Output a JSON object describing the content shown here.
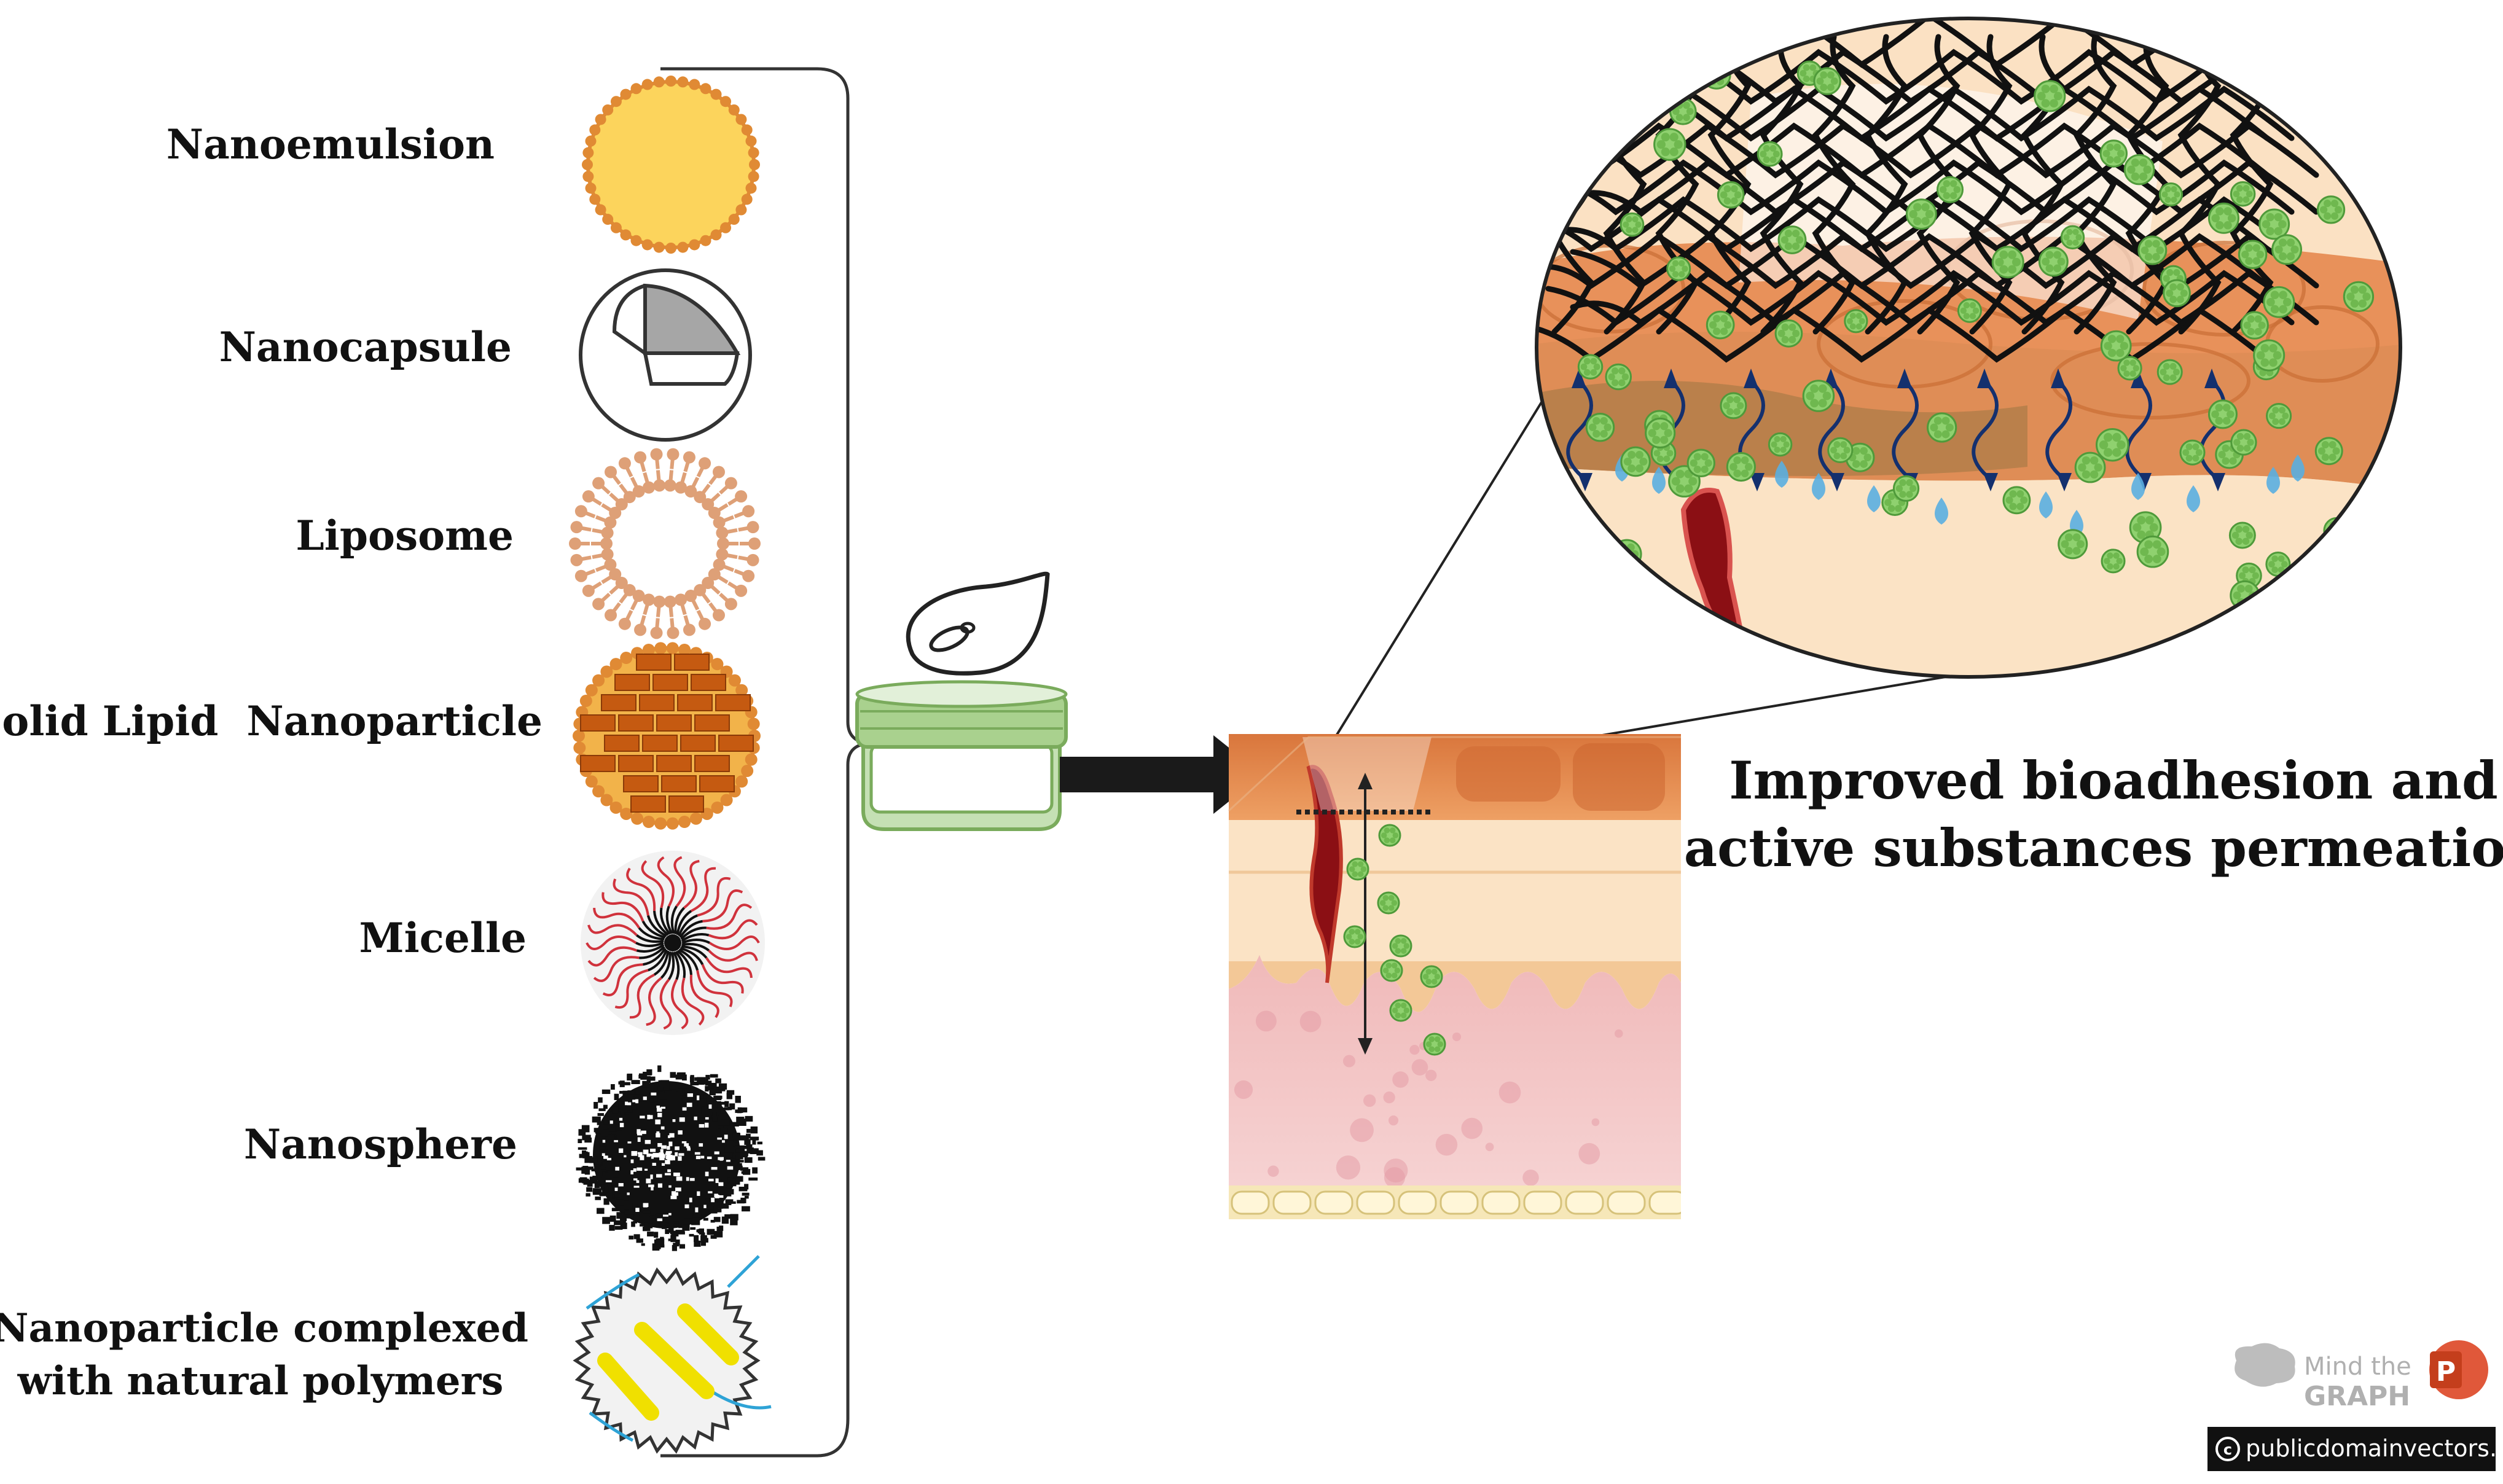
{
  "labels": {
    "nanoemulsion": "Nanoemulsion",
    "nanocapsule": "Nanocapsule",
    "liposome": "Liposome",
    "solid_lipid": "Solid Lipid  Nanoparticle",
    "micelle": "Micelle",
    "nanosphere": "Nanosphere",
    "complexed_line1": "Nanoparticle complexed",
    "complexed_line2": "with natural polymers"
  },
  "caption": {
    "line1": "Improved bioadhesion and",
    "line2": "active substances permeation"
  },
  "logos": {
    "mindthegraph_line1": "Mind the",
    "mindthegraph_line2": "GRAPH",
    "powerpoint_letter": "P",
    "credit": "publicdomainvectors.org"
  },
  "icons": {
    "nanoemulsion": "nanoemulsion-icon",
    "nanocapsule": "nanocapsule-icon",
    "liposome": "liposome-icon",
    "solid_lipid": "solid-lipid-nanoparticle-icon",
    "micelle": "micelle-icon",
    "nanosphere": "nanosphere-icon",
    "complexed": "polymer-complexed-nanoparticle-icon",
    "jar": "cream-jar-icon",
    "drop": "cream-drop-icon",
    "arrow": "right-arrow-icon"
  },
  "colors": {
    "nanoemulsion_fill": "#fcd45c",
    "nanoemulsion_dots": "#e08a34",
    "lipid_head": "#dea077",
    "brick": "#c55a11",
    "micelle_tail": "#d0323c",
    "jar_green": "#a9d18e",
    "drug_green": "#8fd16f",
    "water_blue": "#5aaee0",
    "skin_top": "#e58b4a",
    "dermis": "#f3c7c7"
  }
}
